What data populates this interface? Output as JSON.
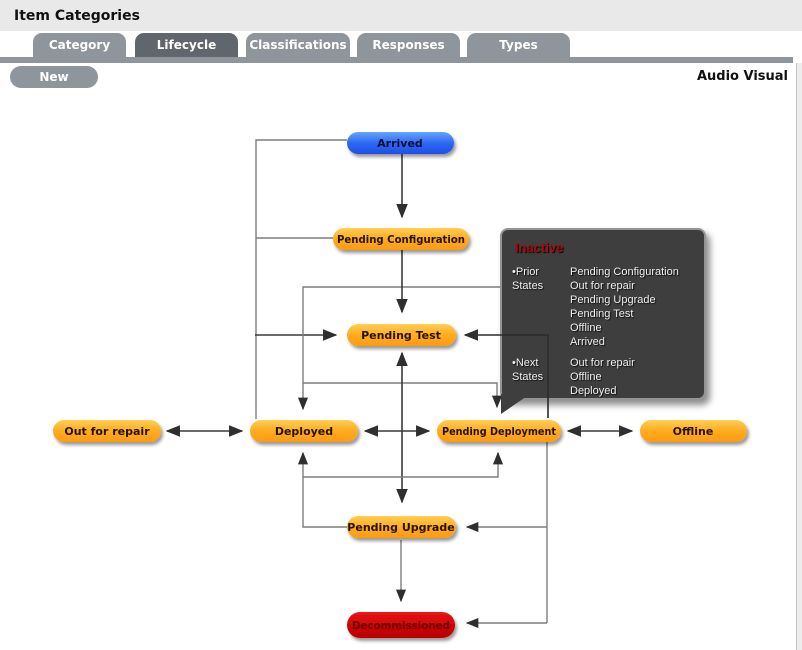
{
  "header": {
    "title": "Item Categories",
    "category_name": "Audio Visual"
  },
  "tabs": [
    {
      "label": "Category",
      "active": false
    },
    {
      "label": "Lifecycle",
      "active": true
    },
    {
      "label": "Classifications",
      "active": false
    },
    {
      "label": "Responses",
      "active": false
    },
    {
      "label": "Types",
      "active": false
    }
  ],
  "toolbar": {
    "new_label": "New"
  },
  "diagram": {
    "nodes": {
      "arrived": {
        "label": "Arrived",
        "type": "start"
      },
      "pending_configuration": {
        "label": "Pending Configuration",
        "type": "active"
      },
      "pending_test": {
        "label": "Pending Test",
        "type": "active"
      },
      "out_for_repair": {
        "label": "Out for repair",
        "type": "active"
      },
      "deployed": {
        "label": "Deployed",
        "type": "active"
      },
      "pending_deployment": {
        "label": "Pending Deployment",
        "type": "active"
      },
      "offline": {
        "label": "Offline",
        "type": "active"
      },
      "pending_upgrade": {
        "label": "Pending Upgrade",
        "type": "active"
      },
      "decommissioned": {
        "label": "Decommissioned",
        "type": "end"
      }
    },
    "edges": [
      {
        "from": "Arrived",
        "to": "Pending Configuration",
        "bidirectional": false
      },
      {
        "from": "Pending Configuration",
        "to": "Pending Test",
        "bidirectional": false
      },
      {
        "from": "Pending Deployment",
        "to": "Pending Test",
        "bidirectional": false
      },
      {
        "from": "Pending Test",
        "to": "Pending Upgrade",
        "bidirectional": true
      },
      {
        "from": "Out for repair",
        "to": "Deployed",
        "bidirectional": true
      },
      {
        "from": "Deployed",
        "to": "Pending Deployment",
        "bidirectional": true
      },
      {
        "from": "Pending Deployment",
        "to": "Offline",
        "bidirectional": true
      },
      {
        "from": "Pending Upgrade",
        "to": "Deployed",
        "bidirectional": false
      },
      {
        "from": "Pending Upgrade",
        "to": "Pending Deployment",
        "bidirectional": false
      },
      {
        "from": "Pending Deployment",
        "to": "Pending Upgrade",
        "bidirectional": false
      },
      {
        "from": "Pending Upgrade",
        "to": "Decommissioned",
        "bidirectional": false
      },
      {
        "from": "Pending Deployment",
        "to": "Decommissioned",
        "bidirectional": false
      }
    ],
    "tooltip": {
      "title": "Inactive",
      "prior_label": "Prior States",
      "next_label": "Next States",
      "prior_states": [
        "Pending Configuration",
        "Out for repair",
        "Pending Upgrade",
        "Pending Test",
        "Offline",
        "Arrived"
      ],
      "next_states": [
        "Out for repair",
        "Offline",
        "Deployed"
      ]
    }
  },
  "colors": {
    "tab_inactive": "#8E959C",
    "tab_active": "#60666E",
    "node_orange": "#FFA81F",
    "node_blue": "#2D68F2",
    "node_red": "#CB0404",
    "tooltip_bg": "#3E3E3E",
    "tooltip_title": "#A30D0D"
  }
}
